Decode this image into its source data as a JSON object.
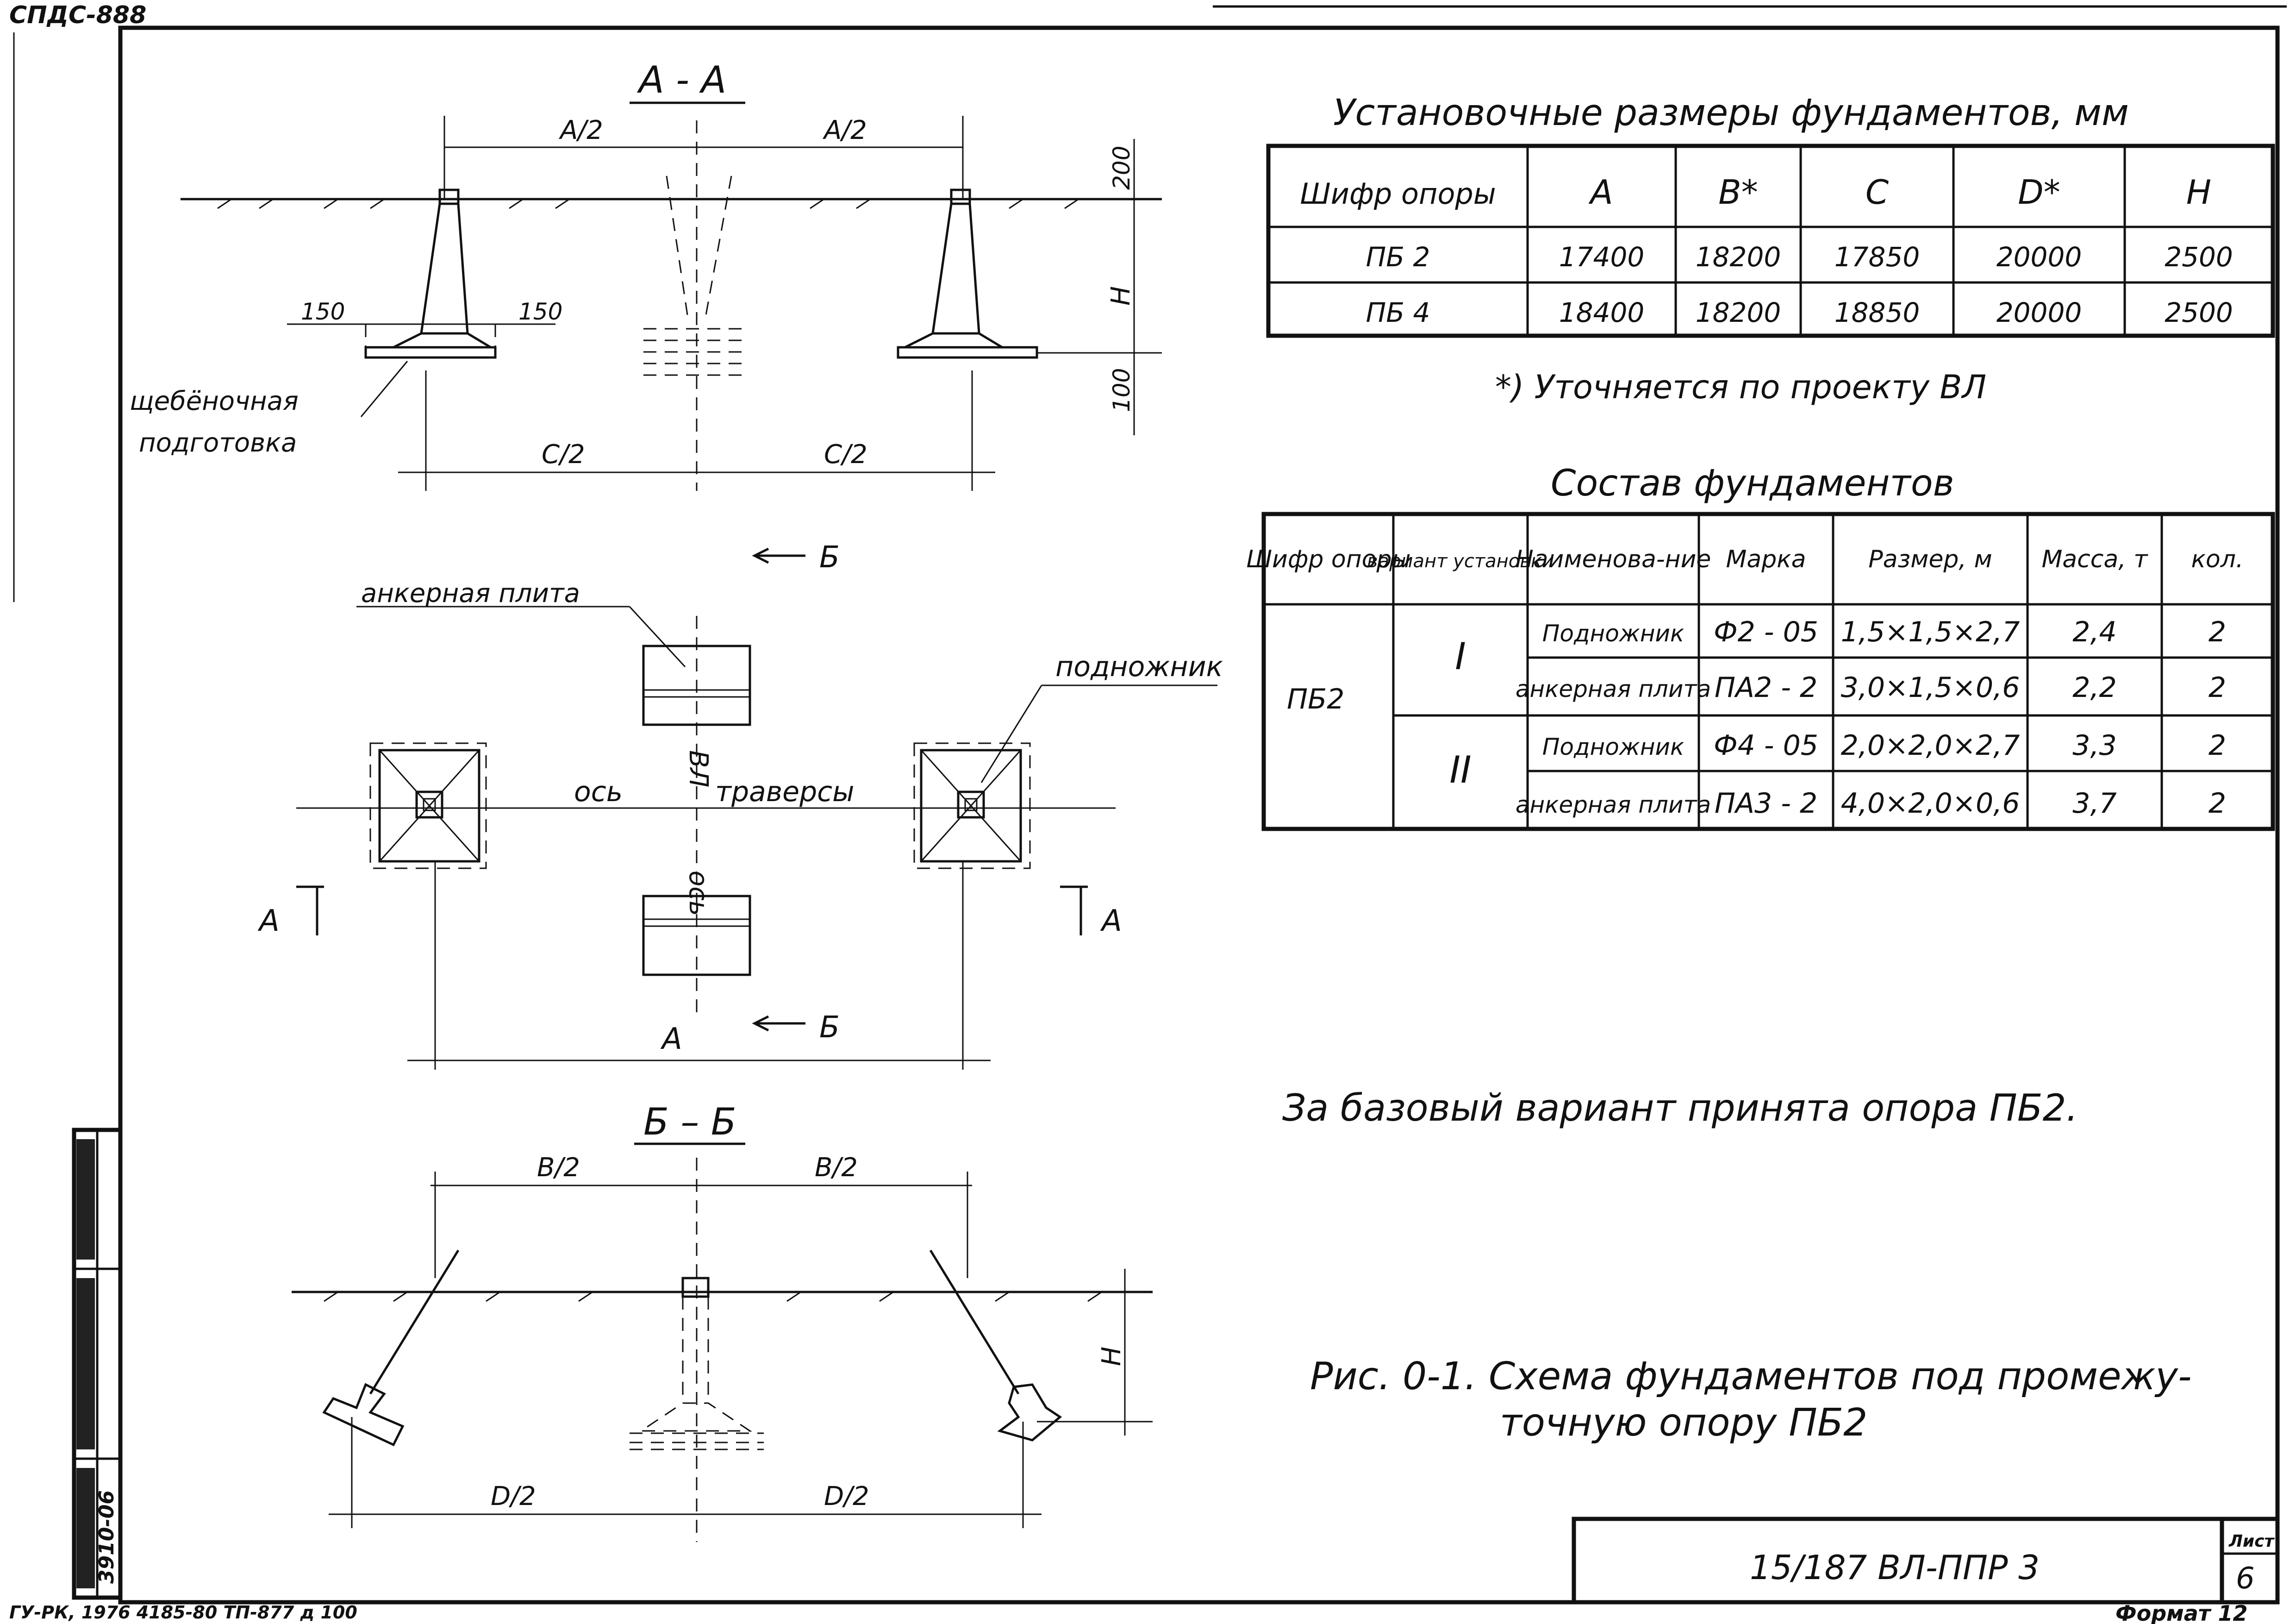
{
  "stamp_top": "СПДС-888",
  "bottom_note": "ГУ-РК, 1976  4185-80  ТП-877 д 100",
  "side_stamp": {
    "doc_id": "3910-06"
  },
  "sections": {
    "aa": {
      "title": "А - А",
      "dim_a_half_left": "А/2",
      "dim_a_half_right": "А/2",
      "dim_c_half_left": "С/2",
      "dim_c_half_right": "С/2",
      "dim_150_left": "150",
      "dim_150_right": "150",
      "dim_200": "200",
      "dim_h": "Н",
      "dim_100": "100",
      "gravel_label_line1": "щебёночная",
      "gravel_label_line2": "подготовка"
    },
    "plan": {
      "label_b_top": "Б",
      "label_b_bottom": "Б",
      "label_a_left": "А",
      "label_a_right": "А",
      "anchor_plate_label": "анкерная  плита",
      "footing_label": "подножник",
      "axis_traverse_1": "ось",
      "axis_traverse_2": "траверсы",
      "axis_vl_1": "ось",
      "axis_vl_2": "ВЛ",
      "dim_a": "А"
    },
    "bb": {
      "title": "Б – Б",
      "dim_b_half_left": "В/2",
      "dim_b_half_right": "В/2",
      "dim_d_half_left": "D/2",
      "dim_d_half_right": "D/2",
      "dim_h": "Н"
    }
  },
  "table1": {
    "title": "Установочные  размеры  фундаментов, мм",
    "headers": [
      "Шифр  опоры",
      "А",
      "В*",
      "С",
      "D*",
      "Н"
    ],
    "rows": [
      [
        "ПБ 2",
        "17400",
        "18200",
        "17850",
        "20000",
        "2500"
      ],
      [
        "ПБ 4",
        "18400",
        "18200",
        "18850",
        "20000",
        "2500"
      ]
    ],
    "footnote": "*)  Уточняется    по  проекту  ВЛ"
  },
  "table2": {
    "title": "Состав  фундаментов",
    "headers": [
      "Шифр опоры",
      "вариант установки",
      "Наименова-ние",
      "Марка",
      "Размер, м",
      "Масса, т",
      "кол."
    ],
    "support": "ПБ2",
    "variants": [
      {
        "variant": "I",
        "items": [
          [
            "Подножник",
            "Ф2 - 05",
            "1,5×1,5×2,7",
            "2,4",
            "2"
          ],
          [
            "анкерная плита",
            "ПА2 - 2",
            "3,0×1,5×0,6",
            "2,2",
            "2"
          ]
        ]
      },
      {
        "variant": "II",
        "items": [
          [
            "Подножник",
            "Ф4 - 05",
            "2,0×2,0×2,7",
            "3,3",
            "2"
          ],
          [
            "анкерная плита",
            "ПА3 - 2",
            "4,0×2,0×0,6",
            "3,7",
            "2"
          ]
        ]
      }
    ]
  },
  "base_note": "За  базовый  вариант  принята  опора  ПБ2.",
  "caption_line1": "Рис. 0-1.  Схема  фундаментов   под  промежу-",
  "caption_line2": "точную  опору   ПБ2",
  "titleblock": {
    "code": "15/187 ВЛ-ППР 3",
    "sheet_label": "Лист",
    "sheet_number": "6",
    "format": "Формат 12"
  }
}
